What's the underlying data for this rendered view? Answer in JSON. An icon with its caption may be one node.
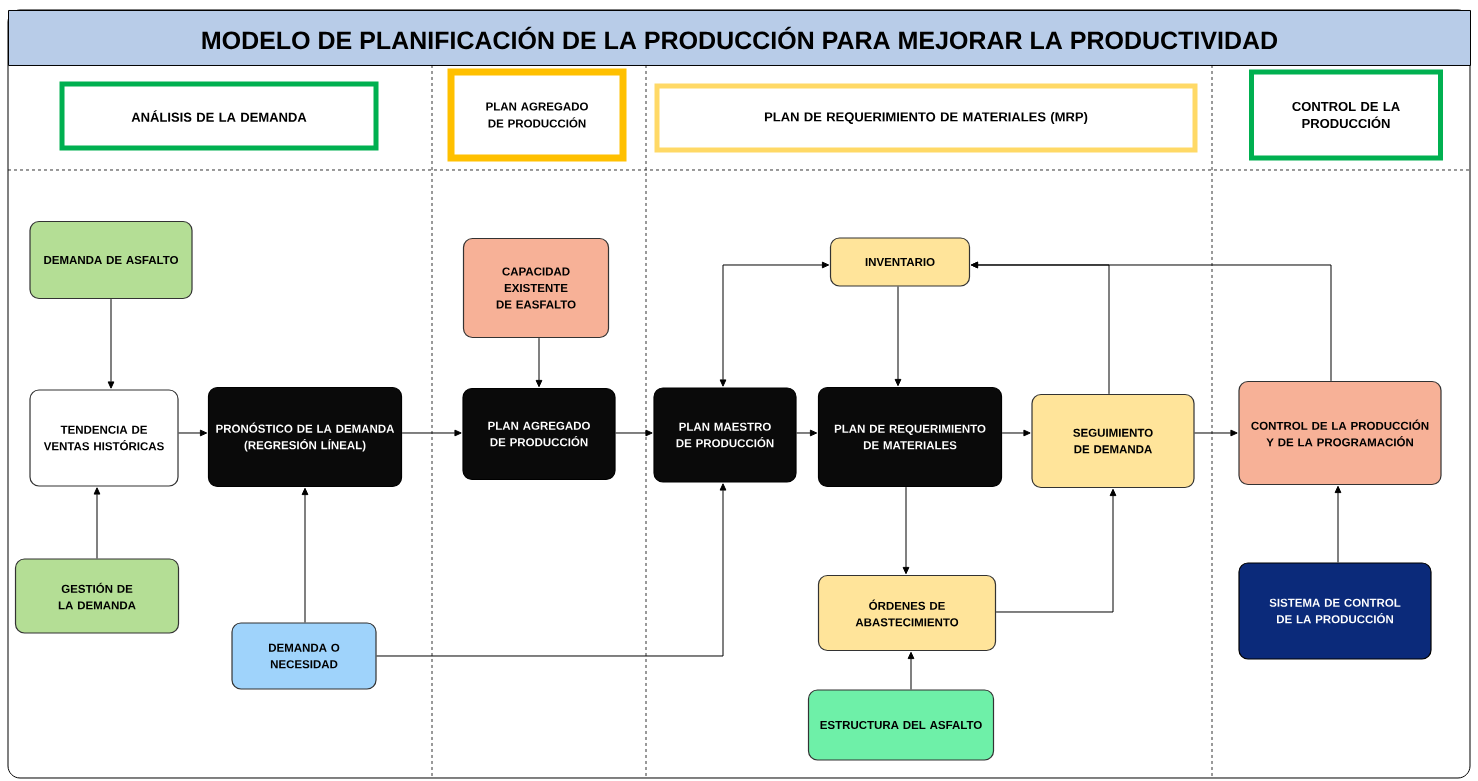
{
  "diagram": {
    "title": "MODELO DE PLANIFICACIÓN DE LA PRODUCCIÓN PARA MEJORAR LA PRODUCTIVIDAD",
    "nodes": [
      {
        "text": [
          "ANÁLISIS DE LA DEMANDA"
        ]
      },
      {
        "text": [
          "PLAN AGREGADO DE PRODUCCIÓN"
        ]
      },
      {
        "text": [
          "PLAN DE REQUERIMIENTO DE MATERIALES (MRP)"
        ]
      },
      {
        "text": [
          "CONTROL DE LA PRODUCCIÓN"
        ]
      },
      {
        "text": [
          "DEMANDA DE ASFALTO"
        ]
      },
      {
        "text": [
          "TENDENCIA DE VENTAS HISTÓRICAS"
        ]
      },
      {
        "text": [
          "GESTIÓN DE LA DEMANDA"
        ]
      },
      {
        "text": [
          "PRONÓSTICO DE LA DEMANDA (REGRESIÓN LÍNEAL)"
        ]
      },
      {
        "text": [
          "DEMANDA O NECESIDAD"
        ]
      },
      {
        "text": [
          "CAPACIDAD EXISTENTE DE EASFALTO"
        ]
      },
      {
        "text": [
          "PLAN AGREGADO DE PRODUCCIÓN"
        ]
      },
      {
        "text": [
          "PLAN MAESTRO DE PRODUCCIÓN"
        ]
      },
      {
        "text": [
          "INVENTARIO"
        ]
      },
      {
        "text": [
          "PLAN DE REQUERIMIENTO DE MATERIALES"
        ]
      },
      {
        "text": [
          "SEGUIMIENTO DE DEMANDA"
        ]
      },
      {
        "text": [
          "ÓRDENES DE ABASTECIMIENTO"
        ]
      },
      {
        "text": [
          "ESTRUCTURA DEL ASFALTO"
        ]
      },
      {
        "text": [
          "CONTROL DE LA PRODUCCIÓN Y DE LA PROGRAMACIÓN"
        ]
      },
      {
        "text": [
          "SISTEMA DE CONTROL DE LA PRODUCCIÓN"
        ]
      }
    ],
    "edges": [
      {
        "from": 4,
        "to": 5,
        "arrow": "to"
      },
      {
        "from": 6,
        "to": 5,
        "arrow": "to"
      },
      {
        "from": 5,
        "to": 7,
        "arrow": "to"
      },
      {
        "from": 8,
        "to": 7,
        "arrow": "to"
      },
      {
        "from": 7,
        "to": 10,
        "arrow": "to"
      },
      {
        "from": 9,
        "to": 10,
        "arrow": "to"
      },
      {
        "from": 10,
        "to": 11,
        "arrow": "to"
      },
      {
        "from": 8,
        "to": 11,
        "arrow": "to"
      },
      {
        "from": 11,
        "to": 12,
        "arrow": "both"
      },
      {
        "from": 12,
        "to": 13,
        "arrow": "to"
      },
      {
        "from": 11,
        "to": 13,
        "arrow": "to"
      },
      {
        "from": 13,
        "to": 14,
        "arrow": "to"
      },
      {
        "from": 13,
        "to": 15,
        "arrow": "to"
      },
      {
        "from": 16,
        "to": 15,
        "arrow": "to"
      },
      {
        "from": 15,
        "to": 14,
        "arrow": "to"
      },
      {
        "from": 14,
        "to": 12,
        "arrow": "to"
      },
      {
        "from": 17,
        "to": 12,
        "arrow": "to"
      },
      {
        "from": 14,
        "to": 17,
        "arrow": "to"
      },
      {
        "from": 18,
        "to": 17,
        "arrow": "to"
      }
    ]
  }
}
